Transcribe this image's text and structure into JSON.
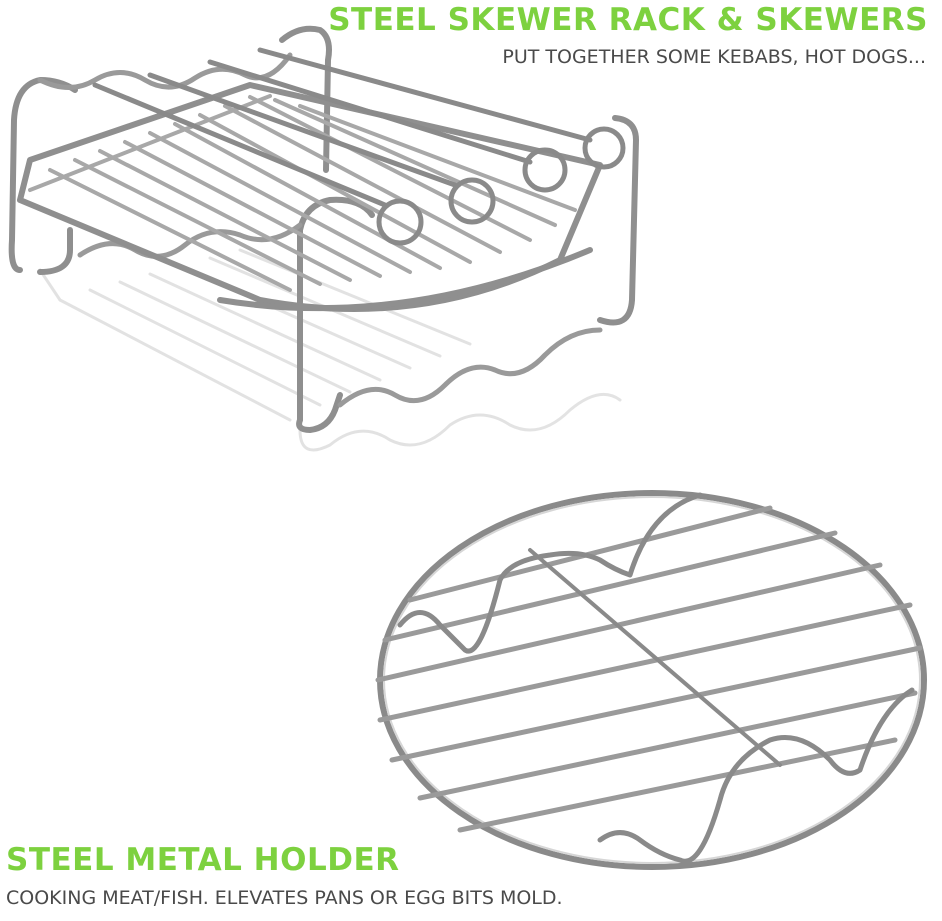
{
  "accent_color": "#7dd13f",
  "text_color": "#4a4a4a",
  "top_section": {
    "title": "STEEL SKEWER RACK & SKEWERS",
    "subtitle": "PUT TOGETHER SOME KEBABS, HOT DOGS..."
  },
  "bottom_section": {
    "title": "STEEL METAL HOLDER",
    "subtitle": "COOKING MEAT/FISH. ELEVATES PANS OR EGG BITS MOLD."
  }
}
